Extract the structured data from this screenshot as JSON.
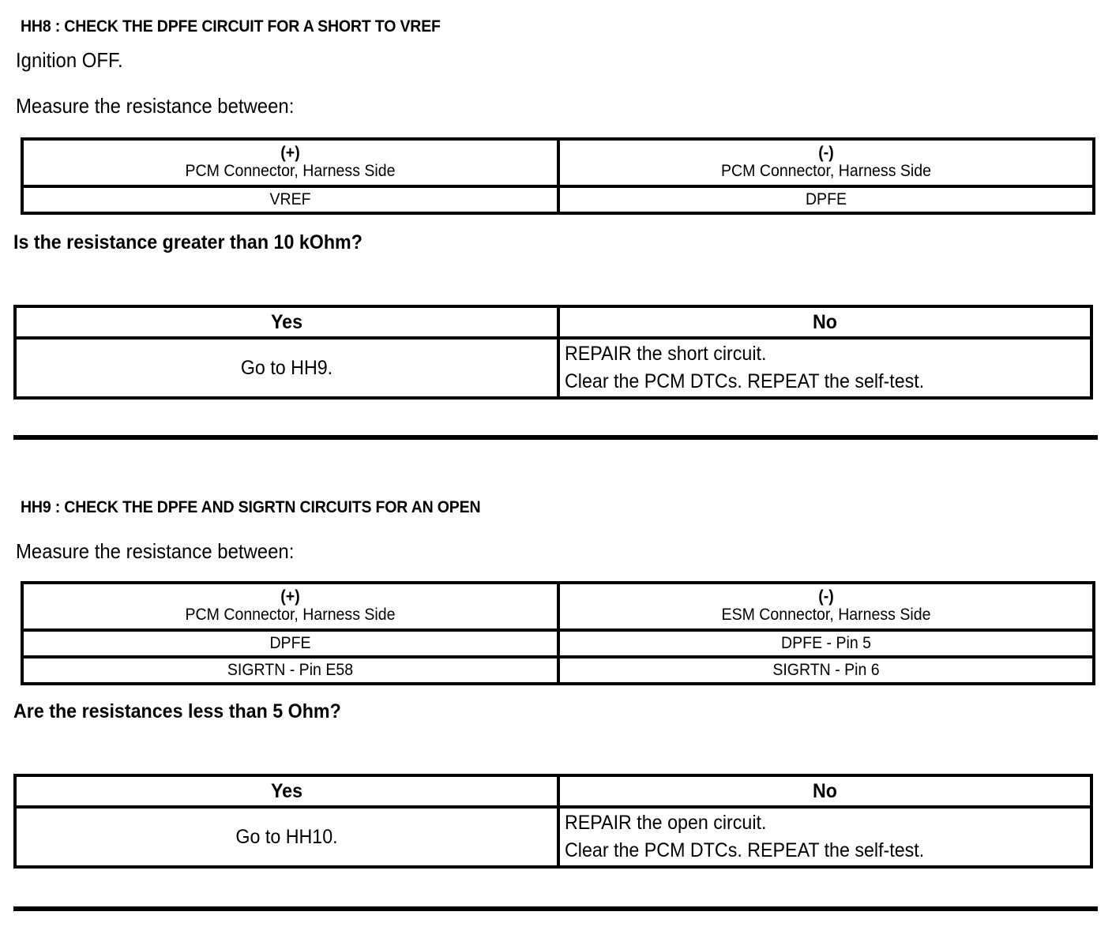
{
  "document": {
    "type": "pinpoint-test",
    "sections": [
      {
        "id": "HH8",
        "heading": "HH8 : CHECK THE DPFE CIRCUIT FOR A SHORT TO VREF",
        "instructions": [
          "Ignition OFF.",
          "Measure the resistance between:"
        ],
        "measurement_table": {
          "columns": [
            {
              "polarity": "(+)",
              "connector": "PCM Connector, Harness Side",
              "points": [
                "VREF"
              ]
            },
            {
              "polarity": "(-)",
              "connector": "PCM Connector, Harness Side",
              "points": [
                "DPFE"
              ]
            }
          ]
        },
        "question": "Is the resistance greater than 10 kOhm?",
        "answer_table": {
          "yes_label": "Yes",
          "no_label": "No",
          "yes_action": "Go to HH9.",
          "no_action_lines": [
            "REPAIR the short circuit.",
            "Clear the PCM DTCs. REPEAT the self-test."
          ]
        }
      },
      {
        "id": "HH9",
        "heading": "HH9 : CHECK THE DPFE AND SIGRTN CIRCUITS FOR AN OPEN",
        "instructions": [
          "Measure the resistance between:"
        ],
        "measurement_table": {
          "columns": [
            {
              "polarity": "(+)",
              "connector": "PCM Connector, Harness Side",
              "points": [
                "DPFE",
                "SIGRTN - Pin E58"
              ]
            },
            {
              "polarity": "(-)",
              "connector": "ESM Connector, Harness Side",
              "points": [
                "DPFE - Pin 5",
                "SIGRTN - Pin 6"
              ]
            }
          ]
        },
        "question": "Are the resistances less than 5 Ohm?",
        "answer_table": {
          "yes_label": "Yes",
          "no_label": "No",
          "yes_action": "Go to HH10.",
          "no_action_lines": [
            "REPAIR the open circuit.",
            "Clear the PCM DTCs. REPEAT the self-test."
          ]
        }
      }
    ]
  },
  "colors": {
    "ink": "#000000",
    "paper": "#ffffff"
  }
}
